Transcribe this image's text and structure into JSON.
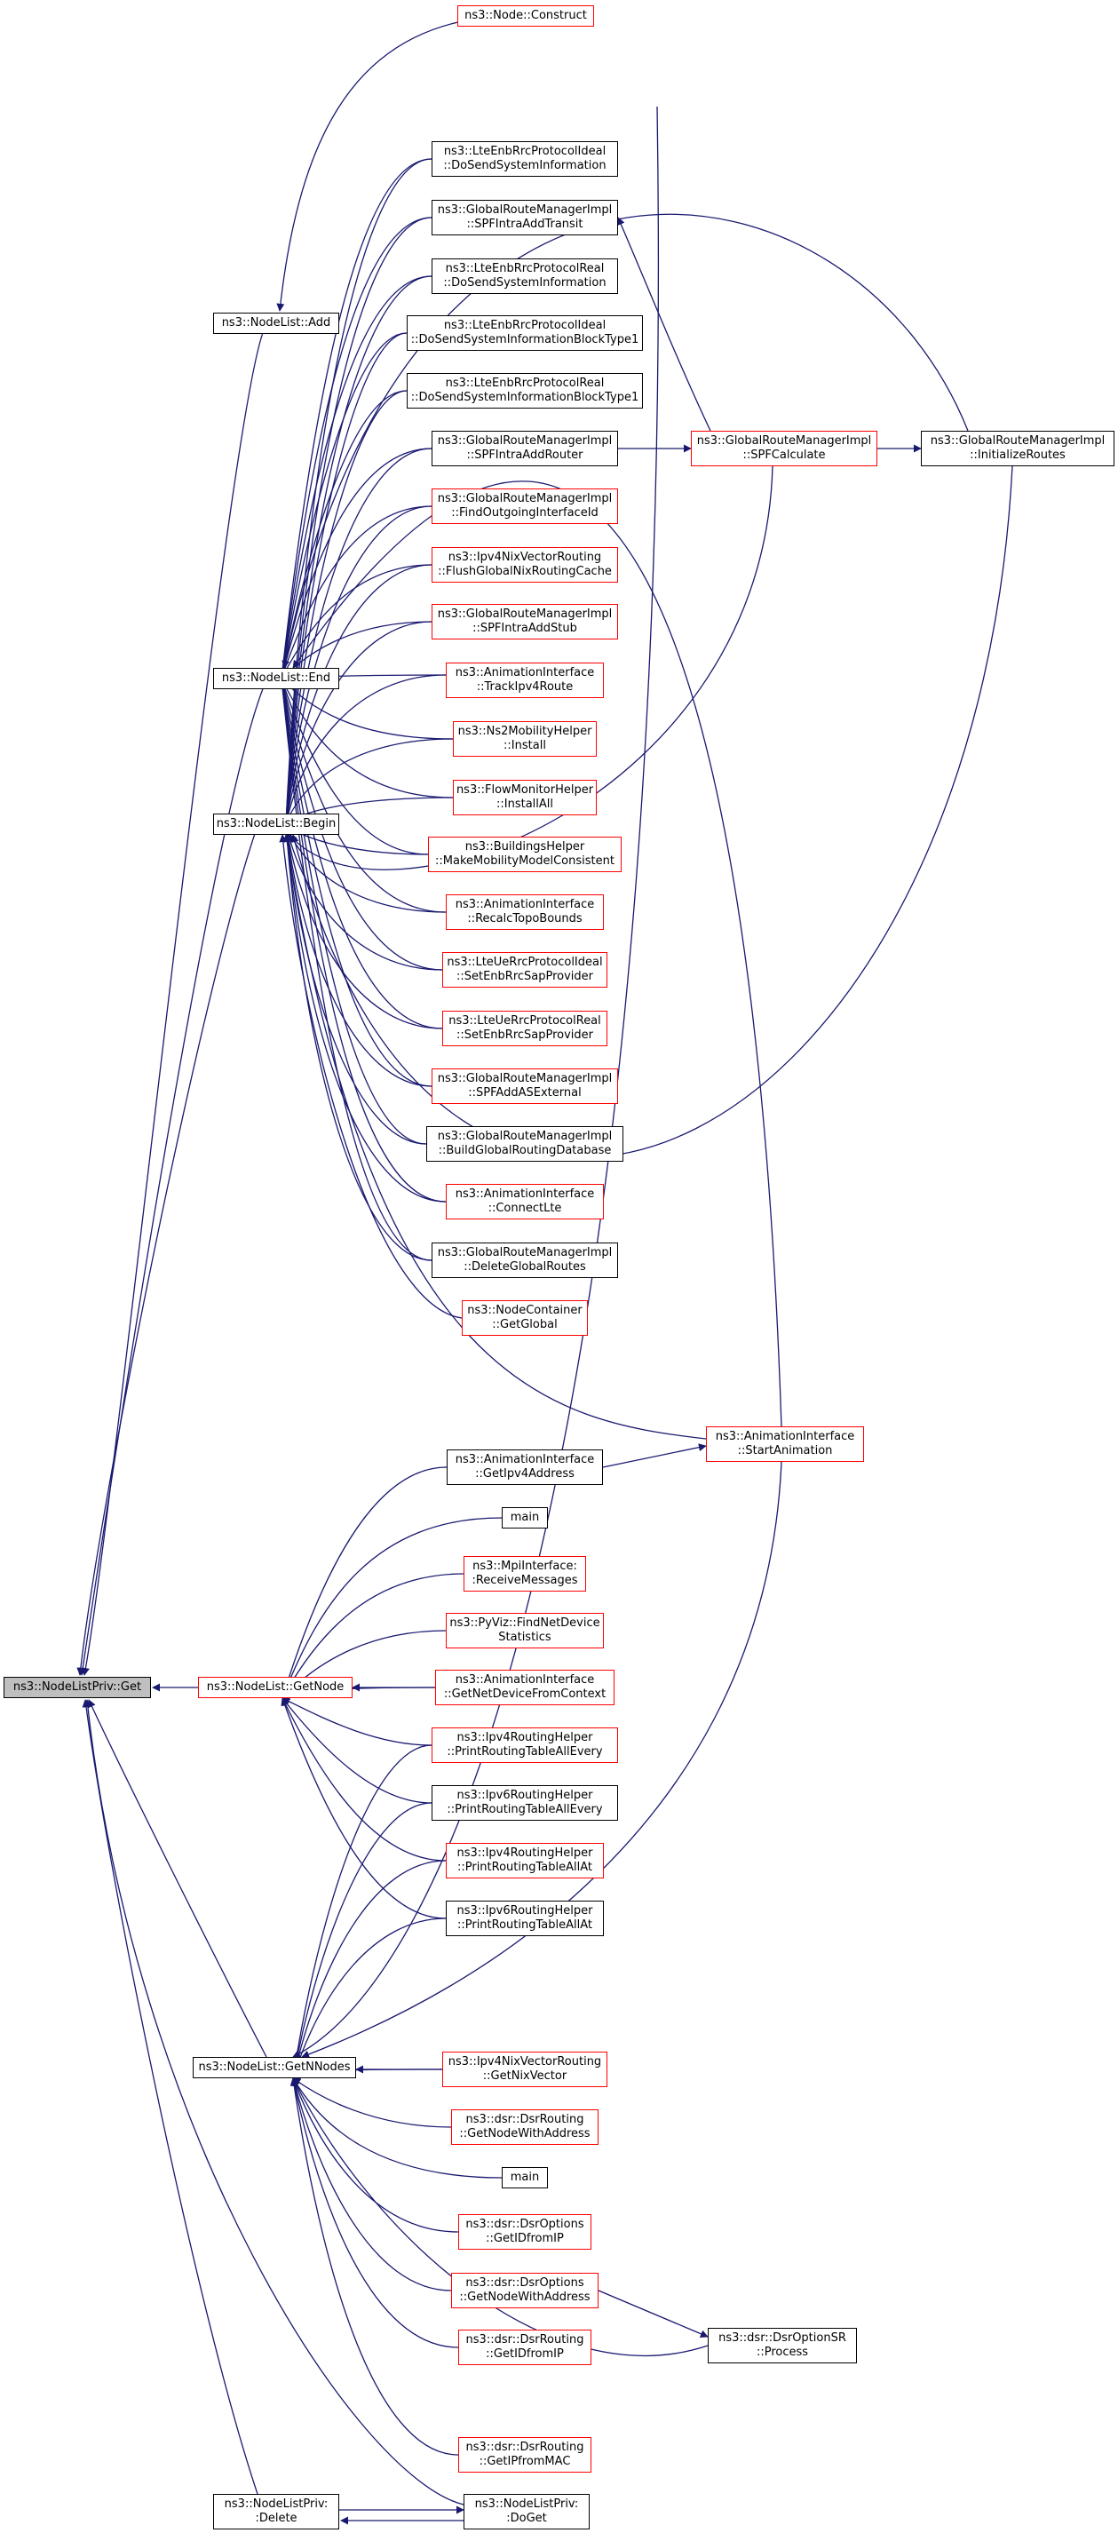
{
  "colors": {
    "edge": "#191970",
    "linked_border": "#ff0000",
    "plain_border": "#000000",
    "root_fill": "#bfbfbf"
  },
  "nodes": [
    {
      "id": "get",
      "lines": [
        "ns3::NodeListPriv::Get"
      ],
      "border": "black",
      "root": true
    },
    {
      "id": "construct",
      "lines": [
        "ns3::Node::Construct"
      ],
      "border": "red"
    },
    {
      "id": "add",
      "lines": [
        "ns3::NodeList::Add"
      ],
      "border": "black"
    },
    {
      "id": "end",
      "lines": [
        "ns3::NodeList::End"
      ],
      "border": "black"
    },
    {
      "id": "begin",
      "lines": [
        "ns3::NodeList::Begin"
      ],
      "border": "black"
    },
    {
      "id": "getnode",
      "lines": [
        "ns3::NodeList::GetNode"
      ],
      "border": "red"
    },
    {
      "id": "getnnodes",
      "lines": [
        "ns3::NodeList::GetNNodes"
      ],
      "border": "black"
    },
    {
      "id": "delete",
      "lines": [
        "ns3::NodeListPriv:",
        ":Delete"
      ],
      "border": "black"
    },
    {
      "id": "doget",
      "lines": [
        "ns3::NodeListPriv:",
        ":DoGet"
      ],
      "border": "black"
    },
    {
      "id": "lteideal_sysinfo",
      "lines": [
        "ns3::LteEnbRrcProtocolIdeal",
        "::DoSendSystemInformation"
      ],
      "border": "black"
    },
    {
      "id": "spfintra_transit",
      "lines": [
        "ns3::GlobalRouteManagerImpl",
        "::SPFIntraAddTransit"
      ],
      "border": "black"
    },
    {
      "id": "ltereal_sysinfo",
      "lines": [
        "ns3::LteEnbRrcProtocolReal",
        "::DoSendSystemInformation"
      ],
      "border": "black"
    },
    {
      "id": "lteideal_block",
      "lines": [
        "ns3::LteEnbRrcProtocolIdeal",
        "::DoSendSystemInformationBlockType1"
      ],
      "border": "black"
    },
    {
      "id": "ltereal_block",
      "lines": [
        "ns3::LteEnbRrcProtocolReal",
        "::DoSendSystemInformationBlockType1"
      ],
      "border": "black"
    },
    {
      "id": "spfintra_router",
      "lines": [
        "ns3::GlobalRouteManagerImpl",
        "::SPFIntraAddRouter"
      ],
      "border": "black"
    },
    {
      "id": "findoutgoing",
      "lines": [
        "ns3::GlobalRouteManagerImpl",
        "::FindOutgoingInterfaceId"
      ],
      "border": "red"
    },
    {
      "id": "flushnix",
      "lines": [
        "ns3::Ipv4NixVectorRouting",
        "::FlushGlobalNixRoutingCache"
      ],
      "border": "red"
    },
    {
      "id": "spfintra_stub",
      "lines": [
        "ns3::GlobalRouteManagerImpl",
        "::SPFIntraAddStub"
      ],
      "border": "red"
    },
    {
      "id": "trackipv4",
      "lines": [
        "ns3::AnimationInterface",
        "::TrackIpv4Route"
      ],
      "border": "red"
    },
    {
      "id": "ns2install",
      "lines": [
        "ns3::Ns2MobilityHelper",
        "::Install"
      ],
      "border": "red"
    },
    {
      "id": "flowinstall",
      "lines": [
        "ns3::FlowMonitorHelper",
        "::InstallAll"
      ],
      "border": "red"
    },
    {
      "id": "buildings",
      "lines": [
        "ns3::BuildingsHelper",
        "::MakeMobilityModelConsistent"
      ],
      "border": "red"
    },
    {
      "id": "recalc",
      "lines": [
        "ns3::AnimationInterface",
        "::RecalcTopoBounds"
      ],
      "border": "red"
    },
    {
      "id": "lteue_ideal",
      "lines": [
        "ns3::LteUeRrcProtocolIdeal",
        "::SetEnbRrcSapProvider"
      ],
      "border": "red"
    },
    {
      "id": "lteue_real",
      "lines": [
        "ns3::LteUeRrcProtocolReal",
        "::SetEnbRrcSapProvider"
      ],
      "border": "red"
    },
    {
      "id": "spfaddas",
      "lines": [
        "ns3::GlobalRouteManagerImpl",
        "::SPFAddASExternal"
      ],
      "border": "red"
    },
    {
      "id": "buildglobal",
      "lines": [
        "ns3::GlobalRouteManagerImpl",
        "::BuildGlobalRoutingDatabase"
      ],
      "border": "black"
    },
    {
      "id": "connectlte",
      "lines": [
        "ns3::AnimationInterface",
        "::ConnectLte"
      ],
      "border": "red"
    },
    {
      "id": "deleteglobal",
      "lines": [
        "ns3::GlobalRouteManagerImpl",
        "::DeleteGlobalRoutes"
      ],
      "border": "black"
    },
    {
      "id": "nodecontainer",
      "lines": [
        "ns3::NodeContainer",
        "::GetGlobal"
      ],
      "border": "red"
    },
    {
      "id": "spfcalc",
      "lines": [
        "ns3::GlobalRouteManagerImpl",
        "::SPFCalculate"
      ],
      "border": "red"
    },
    {
      "id": "initroutes",
      "lines": [
        "ns3::GlobalRouteManagerImpl",
        "::InitializeRoutes"
      ],
      "border": "black"
    },
    {
      "id": "startanim",
      "lines": [
        "ns3::AnimationInterface",
        "::StartAnimation"
      ],
      "border": "red"
    },
    {
      "id": "getipv4addr",
      "lines": [
        "ns3::AnimationInterface",
        "::GetIpv4Address"
      ],
      "border": "black"
    },
    {
      "id": "main1",
      "lines": [
        "main"
      ],
      "border": "black"
    },
    {
      "id": "mpirecv",
      "lines": [
        "ns3::MpiInterface:",
        ":ReceiveMessages"
      ],
      "border": "red"
    },
    {
      "id": "pyviz",
      "lines": [
        "ns3::PyViz::FindNetDevice",
        "Statistics"
      ],
      "border": "red"
    },
    {
      "id": "getnetdev",
      "lines": [
        "ns3::AnimationInterface",
        "::GetNetDeviceFromContext"
      ],
      "border": "red"
    },
    {
      "id": "ipv4rt_every",
      "lines": [
        "ns3::Ipv4RoutingHelper",
        "::PrintRoutingTableAllEvery"
      ],
      "border": "red"
    },
    {
      "id": "ipv6rt_every",
      "lines": [
        "ns3::Ipv6RoutingHelper",
        "::PrintRoutingTableAllEvery"
      ],
      "border": "black"
    },
    {
      "id": "ipv4rt_at",
      "lines": [
        "ns3::Ipv4RoutingHelper",
        "::PrintRoutingTableAllAt"
      ],
      "border": "red"
    },
    {
      "id": "ipv6rt_at",
      "lines": [
        "ns3::Ipv6RoutingHelper",
        "::PrintRoutingTableAllAt"
      ],
      "border": "black"
    },
    {
      "id": "getnixvector",
      "lines": [
        "ns3::Ipv4NixVectorRouting",
        "::GetNixVector"
      ],
      "border": "red"
    },
    {
      "id": "dsr_getnodewithaddr",
      "lines": [
        "ns3::dsr::DsrRouting",
        "::GetNodeWithAddress"
      ],
      "border": "red"
    },
    {
      "id": "main2",
      "lines": [
        "main"
      ],
      "border": "black"
    },
    {
      "id": "dsropt_getid",
      "lines": [
        "ns3::dsr::DsrOptions",
        "::GetIDfromIP"
      ],
      "border": "red"
    },
    {
      "id": "dsropt_getnode",
      "lines": [
        "ns3::dsr::DsrOptions",
        "::GetNodeWithAddress"
      ],
      "border": "red"
    },
    {
      "id": "dsrrt_getid",
      "lines": [
        "ns3::dsr::DsrRouting",
        "::GetIDfromIP"
      ],
      "border": "red"
    },
    {
      "id": "dsroptsr",
      "lines": [
        "ns3::dsr::DsrOptionSR",
        "::Process"
      ],
      "border": "black"
    },
    {
      "id": "dsrrt_getip",
      "lines": [
        "ns3::dsr::DsrRouting",
        "::GetIPfromMAC"
      ],
      "border": "red"
    }
  ]
}
